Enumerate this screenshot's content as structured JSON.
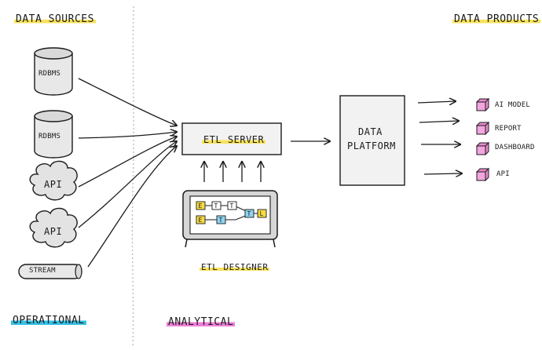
{
  "headings": {
    "data_sources": "DATA SOURCES",
    "data_products": "DATA PRODUCTS",
    "operational": "OPERATIONAL",
    "analytical": "ANALYTICAL"
  },
  "sources": [
    "RDBMS",
    "RDBMS",
    "API",
    "API",
    "STREAM"
  ],
  "etl_server": "ETL SERVER",
  "etl_designer": "ETL DESIGNER",
  "data_platform": {
    "line1": "DATA",
    "line2": "PLATFORM"
  },
  "products": [
    "AI MODEL",
    "REPORT",
    "DASHBOARD",
    "API"
  ],
  "designer_nodes": [
    "E",
    "T",
    "T",
    "T",
    "L",
    "E",
    "T"
  ],
  "colors": {
    "yellow_highlight": "#f7e25a",
    "blue_highlight": "#33c1e6",
    "pink_highlight": "#ee7fd7",
    "cube_pink": "#f2a6de",
    "screen_node_yellow": "#f5dc45",
    "screen_node_blue": "#8fd3ef"
  }
}
